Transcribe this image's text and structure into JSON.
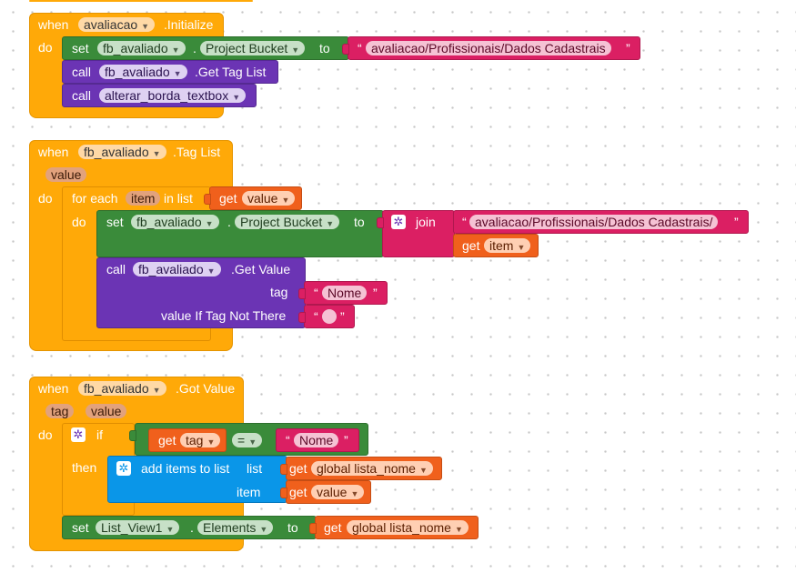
{
  "colors": {
    "event": "#FFA908",
    "green": "#3A8B3A",
    "purple": "#6B34B4",
    "text": "#DB1F63",
    "getter": "#F0601C",
    "list": "#0A96E8"
  },
  "b1": {
    "when": "when",
    "component": "avaliacao",
    "event": ".Initialize",
    "do": "do",
    "set": "set",
    "set_component": "fb_avaliado",
    "dot": ".",
    "set_prop": "Project Bucket",
    "to": "to",
    "str_open": "“",
    "str_close": "”",
    "str_val": "avaliacao/Profissionais/Dados Cadastrais",
    "call1": "call",
    "call1_comp": "fb_avaliado",
    "call1_method": ".Get Tag List",
    "call2": "call",
    "call2_proc": "alterar_borda_textbox"
  },
  "b2": {
    "when": "when",
    "component": "fb_avaliado",
    "event": ".Tag List",
    "param": "value",
    "do": "do",
    "foreach": "for each",
    "item_var": "item",
    "in_list": "in list",
    "get": "get",
    "get_value": "value",
    "do_inner": "do",
    "set": "set",
    "set_component": "fb_avaliado",
    "dot": ".",
    "set_prop": "Project Bucket",
    "to": "to",
    "join": "join",
    "str_open": "“",
    "str_close": "”",
    "str_val": "avaliacao/Profissionais/Dados Cadastrais/",
    "get2": "get",
    "get_item": "item",
    "call": "call",
    "call_comp": "fb_avaliado",
    "call_method": ".Get Value",
    "tag_label": "tag",
    "tag_val": "Nome",
    "default_label": "value If Tag Not There",
    "default_val": ""
  },
  "b3": {
    "when": "when",
    "component": "fb_avaliado",
    "event": ".Got Value",
    "param1": "tag",
    "param2": "value",
    "do": "do",
    "if": "if",
    "then": "then",
    "get_a": "get",
    "get_a_val": "tag",
    "op": "=",
    "cmp_str": "Nome",
    "add": "add items to list",
    "list": "list",
    "get_list": "get",
    "get_list_val": "global lista_nome",
    "item": "item",
    "get_item": "get",
    "get_item_val": "value",
    "set": "set",
    "set_component": "List_View1",
    "dot": ".",
    "set_prop": "Elements",
    "to": "to",
    "get_final": "get",
    "get_final_val": "global lista_nome"
  }
}
